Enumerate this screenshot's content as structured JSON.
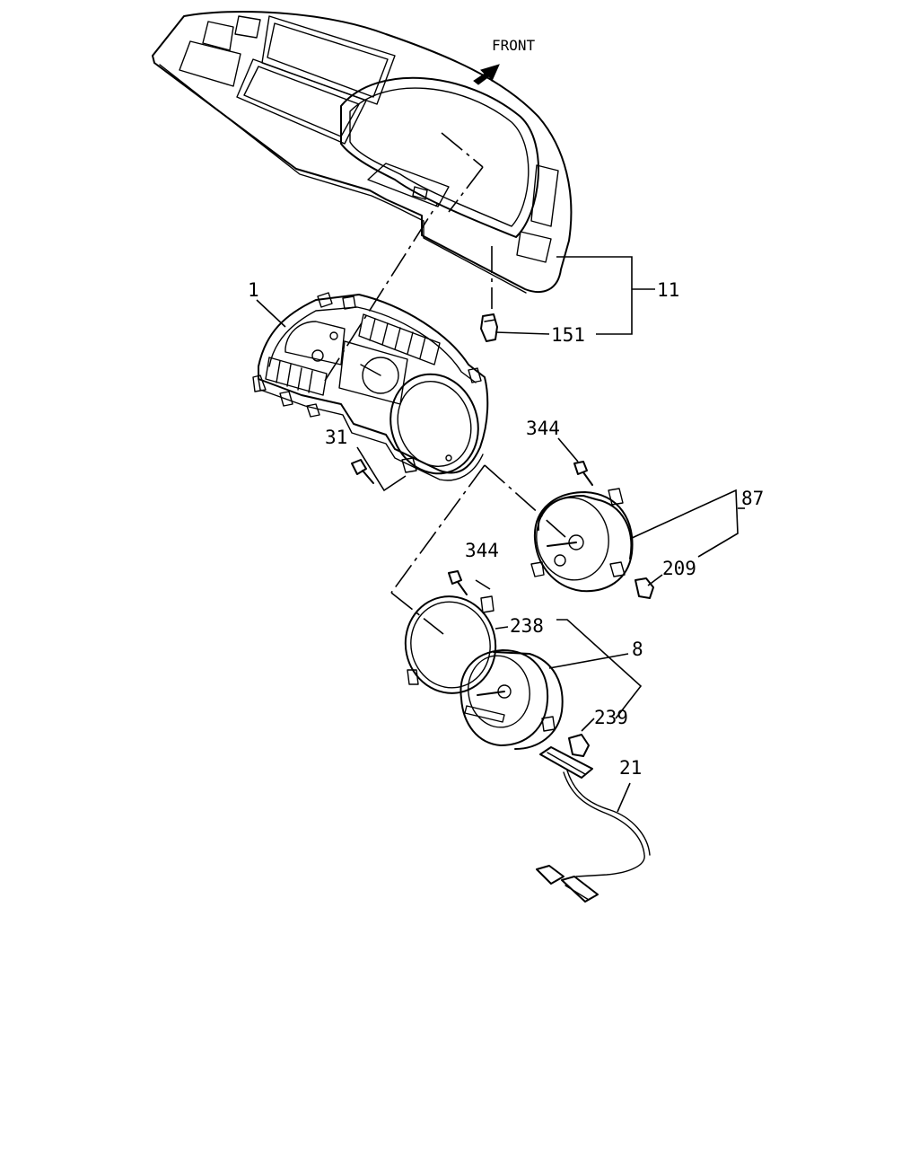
{
  "direction": {
    "label": "FRONT"
  },
  "callouts": [
    {
      "id": "c1",
      "text": "1"
    },
    {
      "id": "c11",
      "text": "11"
    },
    {
      "id": "c151",
      "text": "151"
    },
    {
      "id": "c31",
      "text": "31"
    },
    {
      "id": "c344a",
      "text": "344"
    },
    {
      "id": "c87",
      "text": "87"
    },
    {
      "id": "c209",
      "text": "209"
    },
    {
      "id": "c344b",
      "text": "344"
    },
    {
      "id": "c238",
      "text": "238"
    },
    {
      "id": "c8",
      "text": "8"
    },
    {
      "id": "c239",
      "text": "239"
    },
    {
      "id": "c21",
      "text": "21"
    }
  ]
}
